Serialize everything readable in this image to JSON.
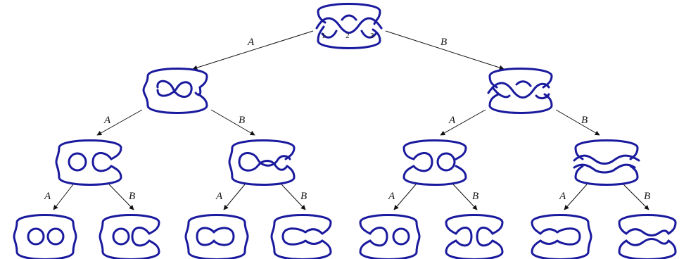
{
  "colors": {
    "strand": "#1a1a9e",
    "arrow": "#111111",
    "background": "#ffffff"
  },
  "root": {
    "crossing_labels": [
      "1",
      "2",
      "3"
    ]
  },
  "edge_labels": {
    "l1_left": "A",
    "l1_right": "B",
    "l2_0": "A",
    "l2_1": "B",
    "l2_2": "A",
    "l2_3": "B",
    "l3_0": "A",
    "l3_1": "B",
    "l3_2": "A",
    "l3_3": "B",
    "l3_4": "A",
    "l3_5": "B",
    "l3_6": "A",
    "l3_7": "B"
  }
}
